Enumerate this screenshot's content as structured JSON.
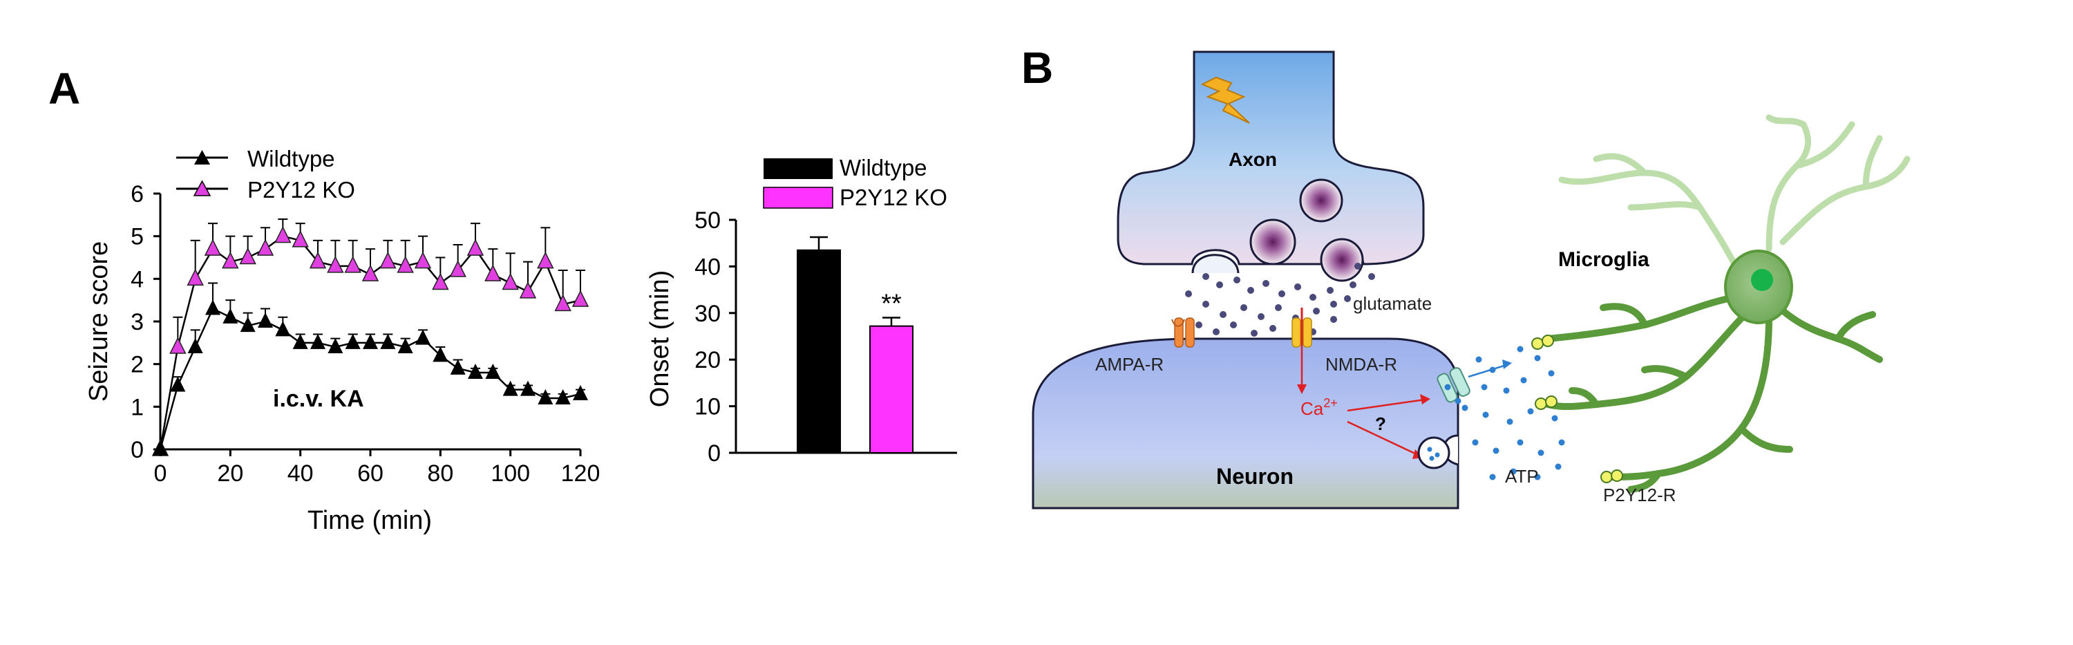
{
  "panel_a": {
    "label": "A",
    "line_chart": {
      "ylabel": "Seizure score",
      "xlabel": "Time (min)",
      "annotation": "i.c.v. KA",
      "legend": [
        "Wildtype",
        "P2Y12 KO"
      ]
    },
    "bar_chart": {
      "ylabel": "Onset (min)",
      "legend": [
        "Wildtype",
        "P2Y12 KO"
      ],
      "significance": "**"
    }
  },
  "panel_b": {
    "label": "B",
    "labels": {
      "axon": "Axon",
      "glutamate": "glutamate",
      "ampa": "AMPA-R",
      "nmda": "NMDA-R",
      "ca_base": "Ca",
      "ca_sup": "2+",
      "question": "?",
      "neuron": "Neuron",
      "atp": "ATP",
      "p2y12": "P2Y12-R",
      "microglia": "Microglia"
    }
  },
  "colors": {
    "wildtype": "#000000",
    "ko": "#e040e0",
    "ko_bar": "#ff33ff",
    "microglia": "#5a9a3a",
    "neuron": "#b8c6ef",
    "axon": "#7fb2e8"
  },
  "chart_data": [
    {
      "type": "line",
      "xlabel": "Time (min)",
      "ylabel": "Seizure score",
      "xlim": [
        0,
        120
      ],
      "ylim": [
        0,
        6
      ],
      "xticks": [
        0,
        20,
        40,
        60,
        80,
        100,
        120
      ],
      "yticks": [
        0,
        1,
        2,
        3,
        4,
        5,
        6
      ],
      "annotation": "i.c.v. KA",
      "legend_position": "top-left",
      "x": [
        0,
        5,
        10,
        15,
        20,
        25,
        30,
        35,
        40,
        45,
        50,
        55,
        60,
        65,
        70,
        75,
        80,
        85,
        90,
        95,
        100,
        105,
        110,
        115,
        120
      ],
      "series": [
        {
          "name": "Wildtype",
          "marker": "triangle-filled",
          "color": "#000000",
          "values": [
            0,
            1.5,
            2.4,
            3.3,
            3.1,
            2.9,
            3.0,
            2.8,
            2.5,
            2.5,
            2.4,
            2.5,
            2.5,
            2.5,
            2.4,
            2.6,
            2.2,
            1.9,
            1.8,
            1.8,
            1.4,
            1.4,
            1.2,
            1.2,
            1.3
          ],
          "errors": [
            0,
            0.2,
            0.4,
            0.6,
            0.4,
            0.3,
            0.3,
            0.3,
            0.2,
            0.2,
            0.2,
            0.2,
            0.2,
            0.2,
            0.2,
            0.2,
            0.2,
            0.2,
            0.1,
            0.1,
            0.1,
            0.1,
            0.1,
            0.1,
            0.1
          ]
        },
        {
          "name": "P2Y12 KO",
          "marker": "triangle-open",
          "color": "#e040e0",
          "values": [
            0,
            2.4,
            4.0,
            4.7,
            4.4,
            4.5,
            4.7,
            5.0,
            4.9,
            4.4,
            4.3,
            4.3,
            4.1,
            4.4,
            4.3,
            4.4,
            3.9,
            4.2,
            4.7,
            4.1,
            3.9,
            3.7,
            4.4,
            3.4,
            3.5
          ],
          "errors": [
            0,
            0.7,
            0.9,
            0.6,
            0.6,
            0.5,
            0.5,
            0.4,
            0.4,
            0.5,
            0.6,
            0.6,
            0.6,
            0.5,
            0.6,
            0.6,
            0.6,
            0.6,
            0.6,
            0.6,
            0.7,
            0.7,
            0.8,
            0.8,
            0.7
          ]
        }
      ]
    },
    {
      "type": "bar",
      "ylabel": "Onset (min)",
      "ylim": [
        0,
        50
      ],
      "yticks": [
        0,
        10,
        20,
        30,
        40,
        50
      ],
      "categories": [
        "Wildtype",
        "P2Y12 KO"
      ],
      "values": [
        43.5,
        27.2
      ],
      "errors": [
        2.8,
        1.8
      ],
      "colors": [
        "#000000",
        "#ff33ff"
      ],
      "significance": [
        "",
        "**"
      ],
      "legend_position": "top"
    }
  ]
}
